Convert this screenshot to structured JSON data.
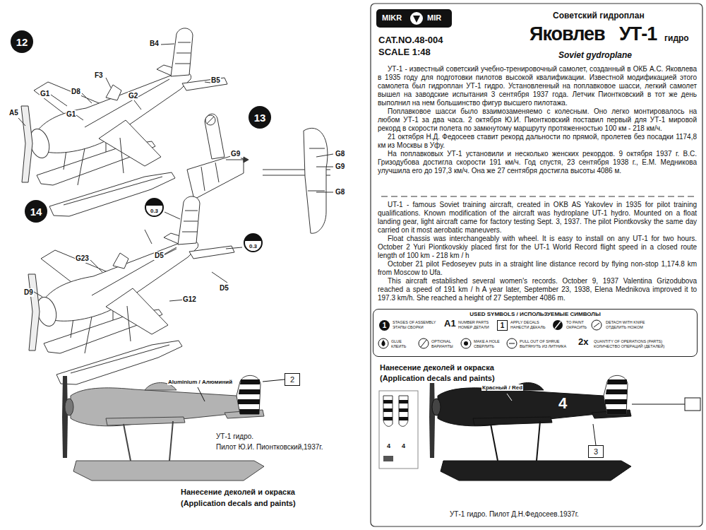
{
  "diagram": {
    "nodes": [
      {
        "text": [
          "12"
        ]
      },
      {
        "text": [
          "13"
        ]
      },
      {
        "text": [
          "14"
        ]
      },
      {
        "text": [
          "0.3"
        ]
      },
      {
        "text": [
          "0.3"
        ]
      },
      {
        "text": [
          "2"
        ]
      },
      {
        "text": [
          "USED SYMBOLS / ИСПОЛЬЗУЕМЫЕ СИМВОЛЫ"
        ]
      },
      {
        "text": [
          "1"
        ],
        "in": 6
      },
      {
        "text": [
          "1"
        ],
        "in": 6
      },
      {
        "text": [
          "3"
        ]
      }
    ],
    "labels": [
      "B4",
      "F3",
      "D8",
      "G1",
      "G2",
      "G1",
      "A5",
      "B5",
      "G9",
      "G8",
      "G9",
      "G8",
      "D5",
      "D5",
      "G23",
      "D9",
      "G12",
      "Aluminium / Алюминий",
      "УТ-1 гидро.",
      "Пилот Ю.И. Пионтковский,1937г.",
      "Нанесение деколей и окраска",
      "(Application decals and paints)",
      "MIKR",
      "MIR",
      "CAT.NO.48-004",
      "SCALE 1:48",
      "Советский гидроплан",
      "Яковлев",
      "УТ-1",
      "гидро",
      "Soviet gydroplane",
      "УТ-1 - известный советский учебно-тренировочный самолет, созданный в ОКБ А.С. Яковлева в 1935 году для подготовки пилотов высокой квалификации. Известной модификацией этого самолета был гидроплан УТ-1 гидро. Установленный на поплавковое шасси, легкий самолет вышел на заводские испытания 3 сентября 1937 года. Летчик Пионтковский в тот же день выполнил на нем большинство фигур высшего пилотажа.",
      "Поплавковое шасси было взаимозаменяемо с колесным. Оно легко монтировалось на любом УТ-1 за два часа. 2 октября Ю.И. Пионтковский поставил первый для УТ-1 мировой рекорд в скорости полета по замкнутому маршруту протяженностью 100 км - 218 км/ч.",
      "21 октября Н.Д. Федосеев ставит рекорд дальности по прямой, пролетев без посадки 1174,8 км из Москвы в Уфу.",
      "На поплавковых УТ-1 установили и несколько женских рекордов. 9 октября 1937 г. В.С. Гризодубова достигла скорости 191 км/ч. Год спустя, 23 сентября 1938 г., Е.М. Медникова улучшила его до 197,3 км/ч. Она же 27 сентября достигла высоты 4086 м.",
      "UT-1 - famous Soviet training aircraft, created in OKB AS Yakovlev in 1935 for pilot training qualifications. Known modification of the aircraft was hydroplane UT-1 hydro. Mounted on a float landing gear, light aircraft came for factory testing Sept. 3, 1937. The pilot Piontkovsky the same day carried on it most aerobatic maneuvers.",
      "Float chassis was interchangeably with wheel. It is easy to install on any UT-1 for two hours. October 2 Yuri Piontkovskiy placed first for the UT-1 World Record flight speed in a closed route length of 100 km - 218 km / h",
      "October 21 pilot Fedoseyev puts in a straight line distance record by flying non-stop 1,174.8 km from Moscow to Ufa.",
      "This aircraft established several women's records. October 9, 1937 Valentina Grizodubova reached a speed of 191 km / h A year later, September 23, 1938, Elena Mednikova improved it to 197.3 km/h. She reached a height of 27 September 4086 m.",
      "STAGES OF ASSEMBLY",
      "ЭТАПЫ СБОРКИ",
      "A1",
      "NUMBER PARTS",
      "НОМЕР ДЕТАЛИ",
      "APPLY DECALS",
      "НАНЕСТИ ДЕКАЛЬ",
      "TO PAINT",
      "ОКРАСИТЬ",
      "DETACH WITH KNIFE",
      "ОТДЕЛИТЬ НОЖОМ",
      "GLUE",
      "КЛЕИТЬ",
      "OPTIONAL",
      "ВАРИАНТЫ",
      "MAKE A HOLE",
      "СВЕРЛИТЬ",
      "PULL OUT OF SHRUE",
      "ВЫТЯНУТЬ ИЗ ЛИТНИКА",
      "2x",
      "QUANTITY OF OPERATIONS (PARTS)",
      "КОЛИЧЕСТВО ОПЕРАЦИЙ (ДЕТАЛЕЙ)",
      "Нанесение деколей и окраска",
      "(Application decals and paints)",
      "4",
      "4",
      "Красный / Red",
      "4",
      "УТ-1 гидро. Пилот Д.Н.Федосеев.1937г."
    ]
  }
}
